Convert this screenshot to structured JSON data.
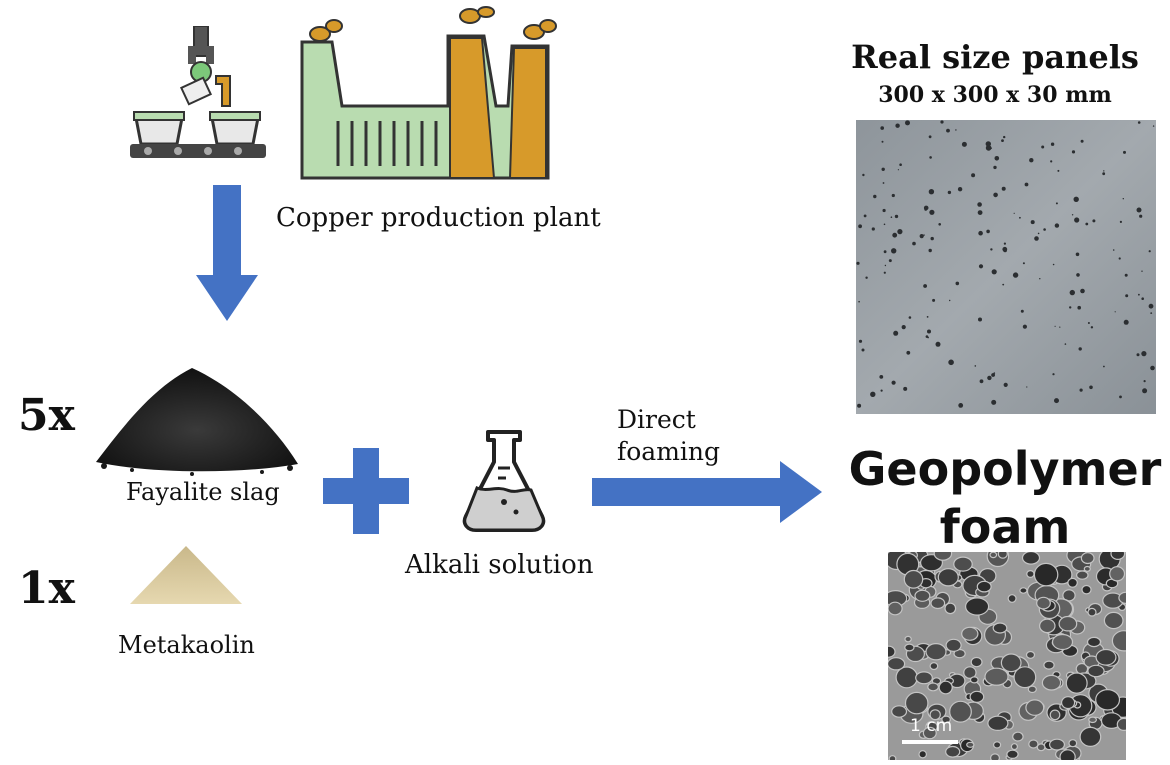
{
  "source": {
    "plant_label": "Copper production plant"
  },
  "ingredients": [
    {
      "multiplier": "5x",
      "name": "Fayalite slag"
    },
    {
      "multiplier": "1x",
      "name": "Metakaolin"
    }
  ],
  "solution": {
    "name": "Alkali solution"
  },
  "process": {
    "line1": "Direct",
    "line2": "foaming"
  },
  "panels": {
    "title": "Real size panels",
    "dimensions": "300 x 300 x 30 mm"
  },
  "product": {
    "line1": "Geopolymer",
    "line2": "foam",
    "scale_bar": "1 cm"
  },
  "colors": {
    "arrow": "#4472c4",
    "factory_fill": "#b9dcb0",
    "chimney": "#d79a2a",
    "outline": "#333333"
  }
}
